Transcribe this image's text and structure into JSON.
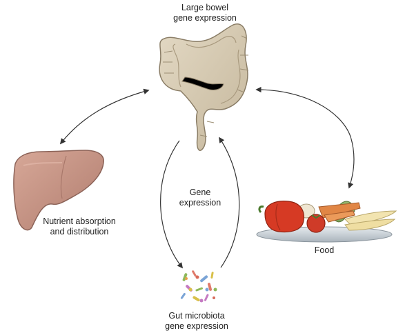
{
  "labels": {
    "large_bowel": [
      "Large bowel",
      "gene expression"
    ],
    "gene_expression": [
      "Gene",
      "expression"
    ],
    "nutrient": [
      "Nutrient absorption",
      "and distribution"
    ],
    "food": "Food",
    "microbiota": [
      "Gut microbiota",
      "gene expression"
    ]
  },
  "colors": {
    "bowel_fill": "#d8ccb4",
    "bowel_stroke": "#8a7d66",
    "liver_fill": "#c49385",
    "liver_stroke": "#8c6358",
    "arrow": "#333333",
    "plate": "#cfd6dc",
    "pepper": "#d63a24",
    "tomato": "#cf3b28",
    "carrot": "#e18645",
    "banana": "#f2e4b0"
  },
  "icons": [
    "large-bowel-icon",
    "liver-icon",
    "food-plate-icon",
    "microbiota-icon"
  ]
}
